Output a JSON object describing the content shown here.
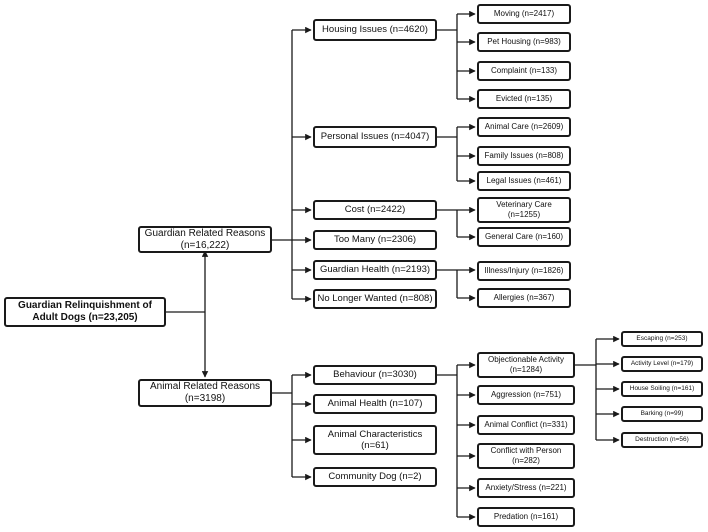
{
  "root": {
    "label": "Guardian Relinquishment of\nAdult Dogs (n=23,205)"
  },
  "guardian": {
    "label": "Guardian Related Reasons\n(n=16,222)",
    "housing": {
      "label": "Housing Issues (n=4620)",
      "children": [
        "Moving (n=2417)",
        "Pet Housing (n=983)",
        "Complaint (n=133)",
        "Evicted (n=135)"
      ]
    },
    "personal": {
      "label": "Personal Issues (n=4047)",
      "children": [
        "Animal Care (n=2609)",
        "Family Issues (n=808)",
        "Legal Issues (n=461)"
      ]
    },
    "cost": {
      "label": "Cost (n=2422)",
      "children": [
        "Veterinary Care\n(n=1255)",
        "General Care (n=160)"
      ]
    },
    "too_many": {
      "label": "Too Many (n=2306)"
    },
    "health": {
      "label": "Guardian Health (n=2193)",
      "children": [
        "Illness/Injury (n=1826)",
        "Allergies (n=367)"
      ]
    },
    "no_longer": {
      "label": "No Longer Wanted (n=808)"
    }
  },
  "animal": {
    "label": "Animal Related Reasons\n(n=3198)",
    "behaviour": {
      "label": "Behaviour (n=3030)",
      "children": [
        "Objectionable Activity\n(n=1284)",
        "Aggression (n=751)",
        "Animal Conflict (n=331)",
        "Conflict with Person\n(n=282)",
        "Anxiety/Stress (n=221)",
        "Predation (n=161)"
      ],
      "objectionable": [
        "Escaping (n=253)",
        "Activity Level (n=179)",
        "House Soiling (n=161)",
        "Barking (n=99)",
        "Destruction (n=56)"
      ]
    },
    "health": {
      "label": "Animal Health (n=107)"
    },
    "characteristics": {
      "label": "Animal Characteristics\n(n=61)"
    },
    "community": {
      "label": "Community Dog (n=2)"
    }
  }
}
